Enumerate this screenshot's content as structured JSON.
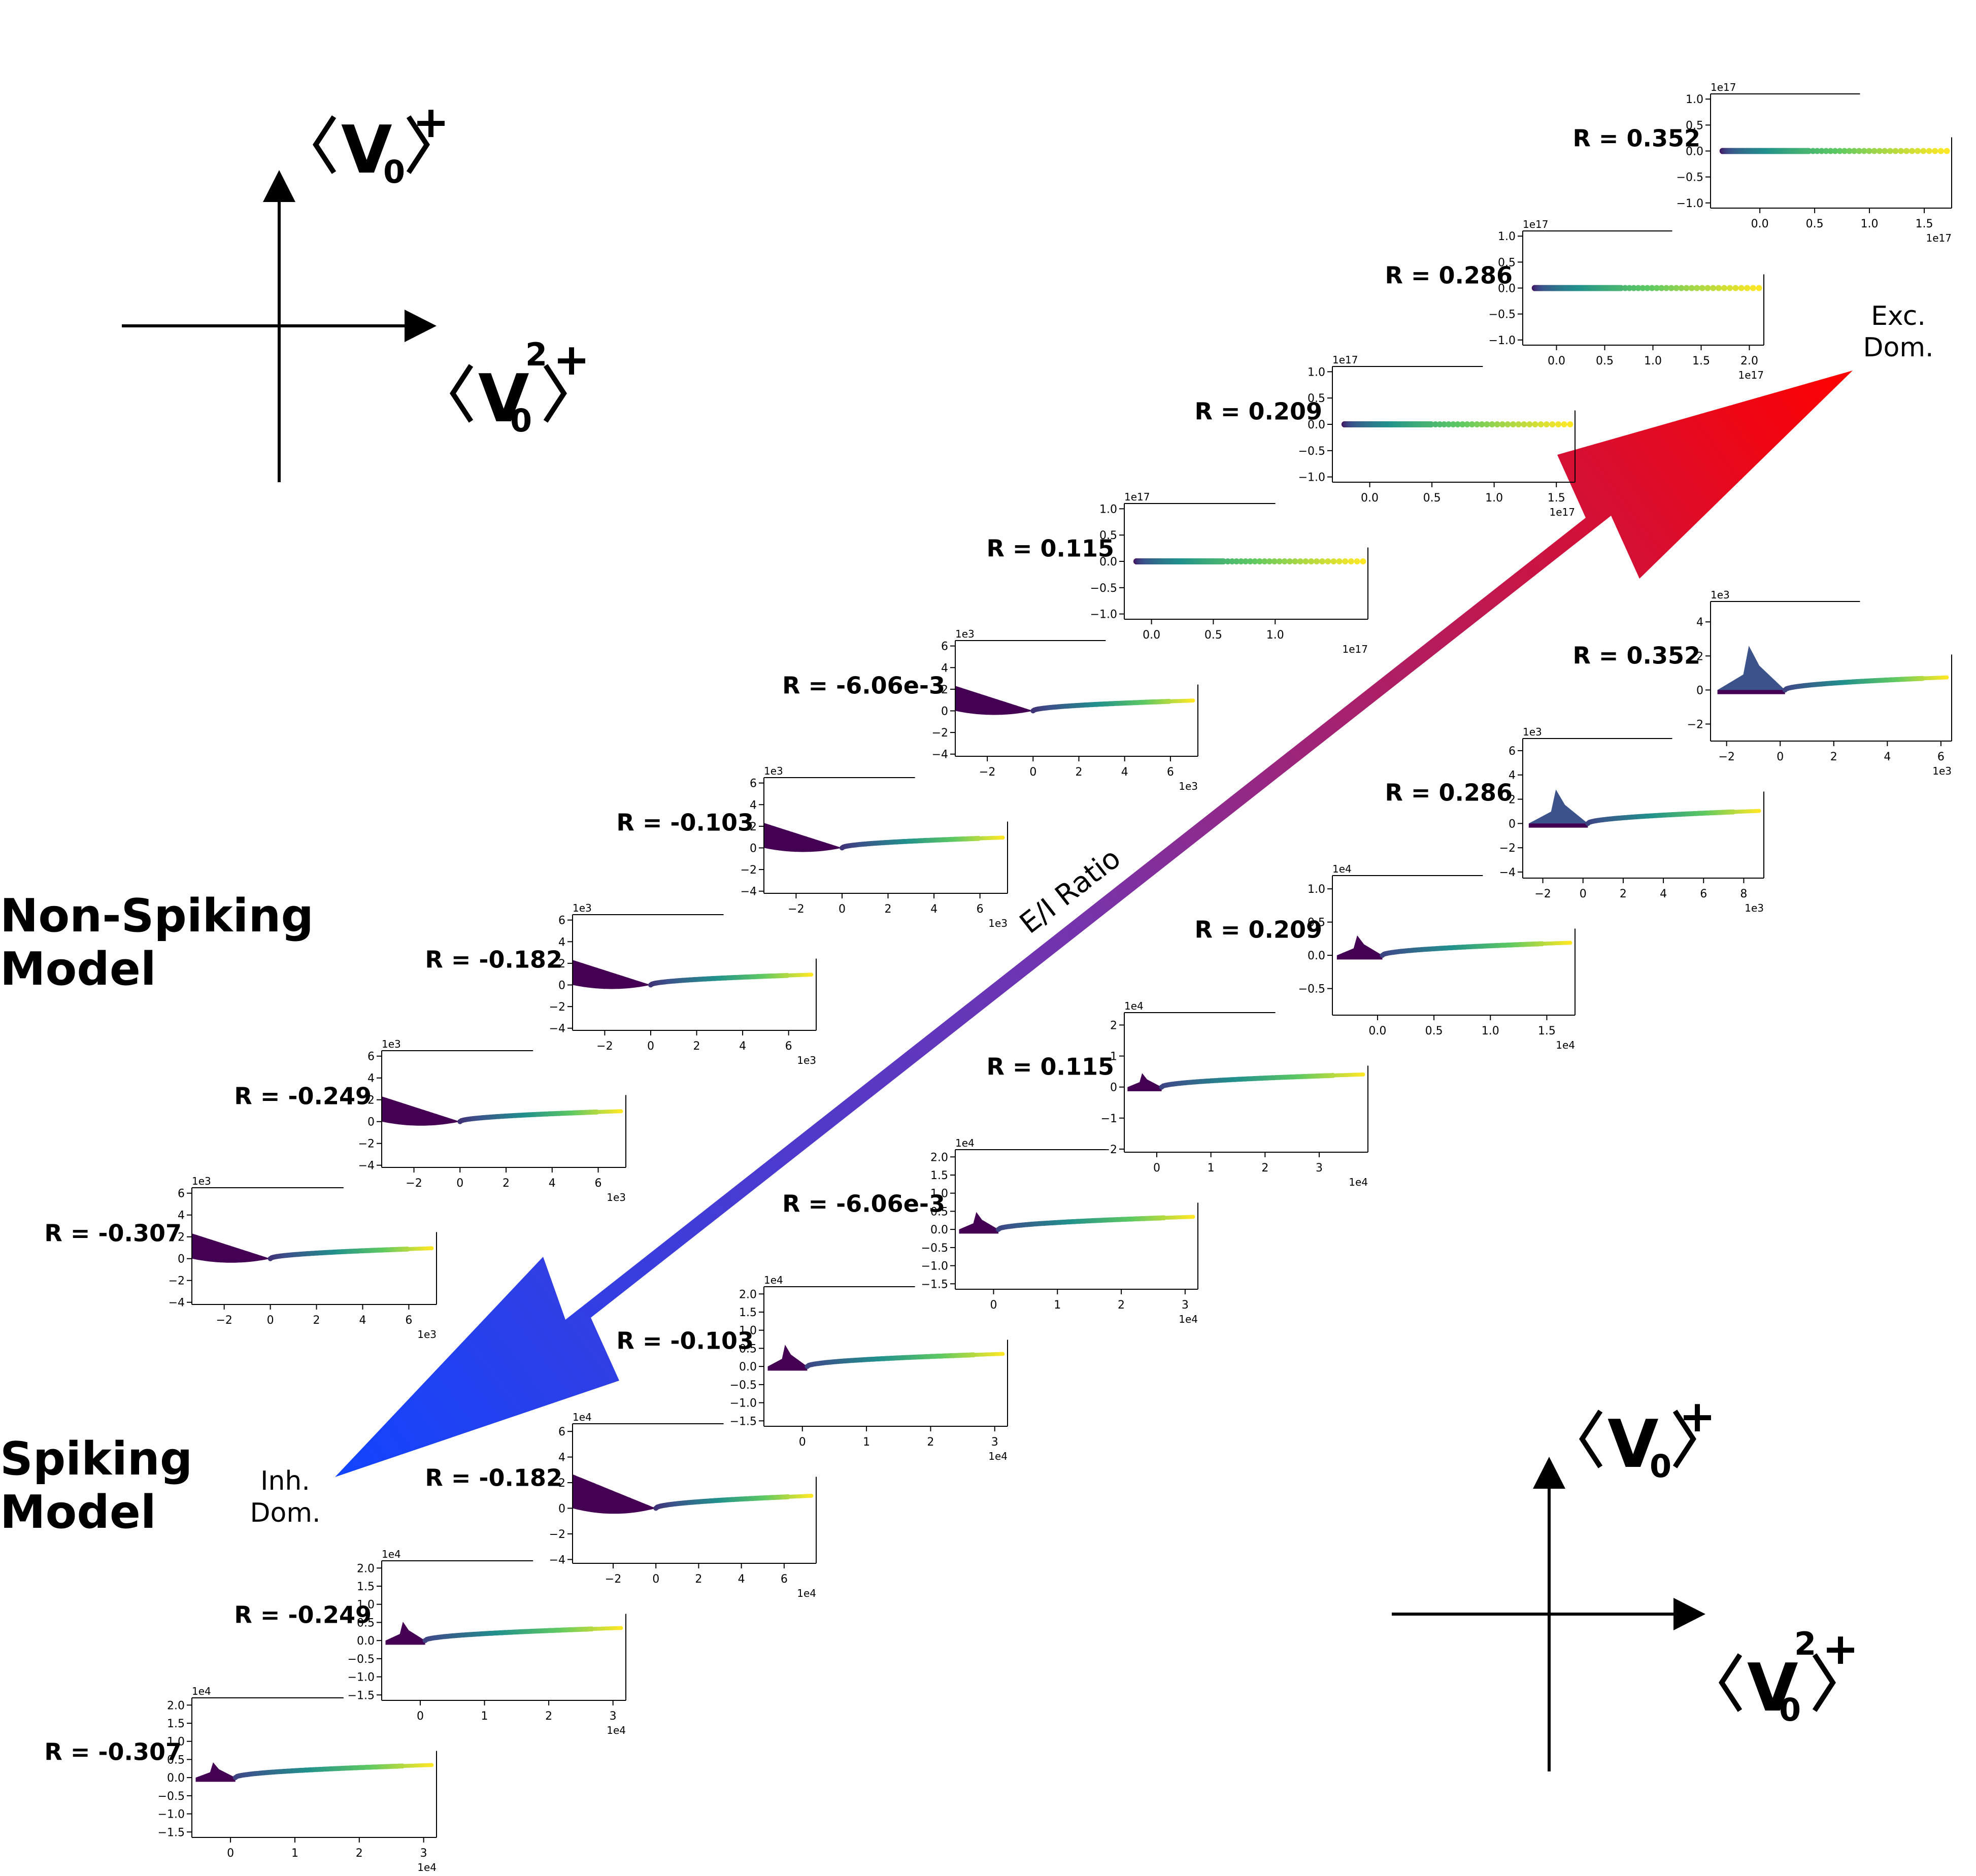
{
  "labels": {
    "nonspiking_line1": "Non-Spiking",
    "nonspiking_line2": "Model",
    "spiking_line1": "Spiking",
    "spiking_line2": "Model",
    "arrow_label": "E/I Ratio",
    "exc_line1": "Exc.",
    "exc_line2": "Dom.",
    "inh_line1": "Inh.",
    "inh_line2": "Dom."
  },
  "axis_labels": {
    "y_main": "V",
    "y_sub": "0",
    "y_sup": "+",
    "x_main": "V",
    "x_sub": "0",
    "x_sup2": "2",
    "x_sup": "+"
  },
  "colors": {
    "arrow_inh": "#1144ff",
    "arrow_mid": "#7733aa",
    "arrow_exc": "#ff0000",
    "viridis": [
      "#440154",
      "#3b528b",
      "#21918c",
      "#5ec962",
      "#fde725"
    ]
  },
  "chart_data": [
    {
      "id": "ns1",
      "model": "Non-Spiking",
      "type": "scatter",
      "shape": "v",
      "r_label": "R = -0.307",
      "xticks": [
        "−2",
        "0",
        "2",
        "4",
        "6"
      ],
      "xtick_vals": [
        -2,
        0,
        2,
        4,
        6
      ],
      "xlim": [
        -3.4,
        7.2
      ],
      "x_exp": "1e3",
      "yticks": [
        "−4",
        "−2",
        "0",
        "2",
        "4",
        "6"
      ],
      "ytick_vals": [
        -4,
        -2,
        0,
        2,
        4,
        6
      ],
      "ylim": [
        -4.2,
        6.5
      ],
      "y_exp": "1e3"
    },
    {
      "id": "ns2",
      "model": "Non-Spiking",
      "type": "scatter",
      "shape": "v",
      "r_label": "R = -0.249",
      "xticks": [
        "−2",
        "0",
        "2",
        "4",
        "6"
      ],
      "xtick_vals": [
        -2,
        0,
        2,
        4,
        6
      ],
      "xlim": [
        -3.4,
        7.2
      ],
      "x_exp": "1e3",
      "yticks": [
        "−4",
        "−2",
        "0",
        "2",
        "4",
        "6"
      ],
      "ytick_vals": [
        -4,
        -2,
        0,
        2,
        4,
        6
      ],
      "ylim": [
        -4.2,
        6.5
      ],
      "y_exp": "1e3"
    },
    {
      "id": "ns3",
      "model": "Non-Spiking",
      "type": "scatter",
      "shape": "v",
      "r_label": "R = -0.182",
      "xticks": [
        "−2",
        "0",
        "2",
        "4",
        "6"
      ],
      "xtick_vals": [
        -2,
        0,
        2,
        4,
        6
      ],
      "xlim": [
        -3.4,
        7.2
      ],
      "x_exp": "1e3",
      "yticks": [
        "−4",
        "−2",
        "0",
        "2",
        "4",
        "6"
      ],
      "ytick_vals": [
        -4,
        -2,
        0,
        2,
        4,
        6
      ],
      "ylim": [
        -4.2,
        6.5
      ],
      "y_exp": "1e3"
    },
    {
      "id": "ns4",
      "model": "Non-Spiking",
      "type": "scatter",
      "shape": "v",
      "r_label": "R = -0.103",
      "xticks": [
        "−2",
        "0",
        "2",
        "4",
        "6"
      ],
      "xtick_vals": [
        -2,
        0,
        2,
        4,
        6
      ],
      "xlim": [
        -3.4,
        7.2
      ],
      "x_exp": "1e3",
      "yticks": [
        "−4",
        "−2",
        "0",
        "2",
        "4",
        "6"
      ],
      "ytick_vals": [
        -4,
        -2,
        0,
        2,
        4,
        6
      ],
      "ylim": [
        -4.2,
        6.5
      ],
      "y_exp": "1e3"
    },
    {
      "id": "ns5",
      "model": "Non-Spiking",
      "type": "scatter",
      "shape": "v",
      "r_label": "R = -6.06e-3",
      "xticks": [
        "−2",
        "0",
        "2",
        "4",
        "6"
      ],
      "xtick_vals": [
        -2,
        0,
        2,
        4,
        6
      ],
      "xlim": [
        -3.4,
        7.2
      ],
      "x_exp": "1e3",
      "yticks": [
        "−4",
        "−2",
        "0",
        "2",
        "4",
        "6"
      ],
      "ytick_vals": [
        -4,
        -2,
        0,
        2,
        4,
        6
      ],
      "ylim": [
        -4.2,
        6.5
      ],
      "y_exp": "1e3"
    },
    {
      "id": "ns6",
      "model": "Non-Spiking",
      "type": "scatter",
      "shape": "flat",
      "r_label": "R = 0.115",
      "xticks": [
        "0.0",
        "0.5",
        "1.0"
      ],
      "xtick_vals": [
        0,
        0.5,
        1.0
      ],
      "xlim": [
        -0.22,
        1.75
      ],
      "x_exp": "1e17",
      "yticks": [
        "−1.0",
        "−0.5",
        "0.0",
        "0.5",
        "1.0"
      ],
      "ytick_vals": [
        -1,
        -0.5,
        0,
        0.5,
        1
      ],
      "ylim": [
        -1.1,
        1.1
      ],
      "y_exp": "1e17"
    },
    {
      "id": "ns7",
      "model": "Non-Spiking",
      "type": "scatter",
      "shape": "flat",
      "r_label": "R = 0.209",
      "xticks": [
        "0.0",
        "0.5",
        "1.0",
        "1.5"
      ],
      "xtick_vals": [
        0,
        0.5,
        1.0,
        1.5
      ],
      "xlim": [
        -0.3,
        1.65
      ],
      "x_exp": "1e17",
      "yticks": [
        "−1.0",
        "−0.5",
        "0.0",
        "0.5",
        "1.0"
      ],
      "ytick_vals": [
        -1,
        -0.5,
        0,
        0.5,
        1
      ],
      "ylim": [
        -1.1,
        1.1
      ],
      "y_exp": "1e17"
    },
    {
      "id": "ns8",
      "model": "Non-Spiking",
      "type": "scatter",
      "shape": "flat",
      "r_label": "R = 0.286",
      "xticks": [
        "0.0",
        "0.5",
        "1.0",
        "1.5",
        "2.0"
      ],
      "xtick_vals": [
        0,
        0.5,
        1.0,
        1.5,
        2.0
      ],
      "xlim": [
        -0.35,
        2.15
      ],
      "x_exp": "1e17",
      "yticks": [
        "−1.0",
        "−0.5",
        "0.0",
        "0.5",
        "1.0"
      ],
      "ytick_vals": [
        -1,
        -0.5,
        0,
        0.5,
        1
      ],
      "ylim": [
        -1.1,
        1.1
      ],
      "y_exp": "1e17"
    },
    {
      "id": "ns9",
      "model": "Non-Spiking",
      "type": "scatter",
      "shape": "flat",
      "r_label": "R = 0.352",
      "xticks": [
        "0.0",
        "0.5",
        "1.0",
        "1.5"
      ],
      "xtick_vals": [
        0,
        0.5,
        1.0,
        1.5
      ],
      "xlim": [
        -0.45,
        1.75
      ],
      "x_exp": "1e17",
      "yticks": [
        "−1.0",
        "−0.5",
        "0.0",
        "0.5",
        "1.0"
      ],
      "ytick_vals": [
        -1,
        -0.5,
        0,
        0.5,
        1
      ],
      "ylim": [
        -1.1,
        1.1
      ],
      "y_exp": "1e17"
    },
    {
      "id": "sp1",
      "model": "Spiking",
      "type": "scatter",
      "shape": "spike",
      "spike_h": 0.42,
      "r_label": "R = -0.307",
      "xticks": [
        "0",
        "1",
        "2",
        "3"
      ],
      "xtick_vals": [
        0,
        1,
        2,
        3
      ],
      "xlim": [
        -0.6,
        3.2
      ],
      "x_exp": "1e4",
      "yticks": [
        "−1.5",
        "−1.0",
        "−0.5",
        "0.0",
        "0.5",
        "1.0",
        "1.5",
        "2.0"
      ],
      "ytick_vals": [
        -1.5,
        -1,
        -0.5,
        0,
        0.5,
        1,
        1.5,
        2
      ],
      "ylim": [
        -1.65,
        2.2
      ],
      "y_exp": "1e4"
    },
    {
      "id": "sp2",
      "model": "Spiking",
      "type": "scatter",
      "shape": "spike",
      "spike_h": 0.52,
      "r_label": "R = -0.249",
      "xticks": [
        "0",
        "1",
        "2",
        "3"
      ],
      "xtick_vals": [
        0,
        1,
        2,
        3
      ],
      "xlim": [
        -0.6,
        3.2
      ],
      "x_exp": "1e4",
      "yticks": [
        "−1.5",
        "−1.0",
        "−0.5",
        "0.0",
        "0.5",
        "1.0",
        "1.5",
        "2.0"
      ],
      "ytick_vals": [
        -1.5,
        -1,
        -0.5,
        0,
        0.5,
        1,
        1.5,
        2
      ],
      "ylim": [
        -1.65,
        2.2
      ],
      "y_exp": "1e4"
    },
    {
      "id": "sp3",
      "model": "Spiking",
      "type": "scatter",
      "shape": "v",
      "r_label": "R = -0.182",
      "xticks": [
        "−2",
        "0",
        "2",
        "4",
        "6"
      ],
      "xtick_vals": [
        -2,
        0,
        2,
        4,
        6
      ],
      "xlim": [
        -3.9,
        7.5
      ],
      "x_exp": "1e4",
      "yticks": [
        "−4",
        "−2",
        "0",
        "2",
        "4",
        "6"
      ],
      "ytick_vals": [
        -4,
        -2,
        0,
        2,
        4,
        6
      ],
      "ylim": [
        -4.3,
        6.6
      ],
      "y_exp": "1e4"
    },
    {
      "id": "sp4",
      "model": "Spiking",
      "type": "scatter",
      "shape": "spike",
      "spike_h": 0.6,
      "r_label": "R = -0.103",
      "xticks": [
        "0",
        "1",
        "2",
        "3"
      ],
      "xtick_vals": [
        0,
        1,
        2,
        3
      ],
      "xlim": [
        -0.6,
        3.2
      ],
      "x_exp": "1e4",
      "yticks": [
        "−1.5",
        "−1.0",
        "−0.5",
        "0.0",
        "0.5",
        "1.0",
        "1.5",
        "2.0"
      ],
      "ytick_vals": [
        -1.5,
        -1,
        -0.5,
        0,
        0.5,
        1,
        1.5,
        2
      ],
      "ylim": [
        -1.65,
        2.2
      ],
      "y_exp": "1e4"
    },
    {
      "id": "sp5",
      "model": "Spiking",
      "type": "scatter",
      "shape": "spike",
      "spike_h": 0.48,
      "r_label": "R = -6.06e-3",
      "xticks": [
        "0",
        "1",
        "2",
        "3"
      ],
      "xtick_vals": [
        0,
        1,
        2,
        3
      ],
      "xlim": [
        -0.6,
        3.2
      ],
      "x_exp": "1e4",
      "yticks": [
        "−1.5",
        "−1.0",
        "−0.5",
        "0.0",
        "0.5",
        "1.0",
        "1.5",
        "2.0"
      ],
      "ytick_vals": [
        -1.5,
        -1,
        -0.5,
        0,
        0.5,
        1,
        1.5,
        2
      ],
      "ylim": [
        -1.65,
        2.2
      ],
      "y_exp": "1e4"
    },
    {
      "id": "sp6",
      "model": "Spiking",
      "type": "scatter",
      "shape": "spike",
      "spike_h": 0.45,
      "r_label": "R = 0.115",
      "xticks": [
        "0",
        "1",
        "2",
        "3"
      ],
      "xtick_vals": [
        0,
        1,
        2,
        3
      ],
      "xlim": [
        -0.6,
        3.9
      ],
      "x_exp": "1e4",
      "yticks": [
        "−2",
        "−1",
        "0",
        "1",
        "2"
      ],
      "ytick_vals": [
        -2,
        -1,
        0,
        1,
        2
      ],
      "ylim": [
        -2.1,
        2.4
      ],
      "y_exp": "1e4"
    },
    {
      "id": "sp7",
      "model": "Spiking",
      "type": "scatter",
      "shape": "spike",
      "spike_h": 0.3,
      "r_label": "R = 0.209",
      "xticks": [
        "0.0",
        "0.5",
        "1.0",
        "1.5"
      ],
      "xtick_vals": [
        0,
        0.5,
        1.0,
        1.5
      ],
      "xlim": [
        -0.4,
        1.75
      ],
      "x_exp": "1e4",
      "yticks": [
        "−0.5",
        "0.0",
        "0.5",
        "1.0"
      ],
      "ytick_vals": [
        -0.5,
        0,
        0.5,
        1.0
      ],
      "ylim": [
        -0.9,
        1.2
      ],
      "y_exp": "1e4"
    },
    {
      "id": "sp8",
      "model": "Spiking",
      "type": "scatter",
      "shape": "spike",
      "spike_h": 2.8,
      "r_label": "R = 0.286",
      "xticks": [
        "−2",
        "0",
        "2",
        "4",
        "6",
        "8"
      ],
      "xtick_vals": [
        -2,
        0,
        2,
        4,
        6,
        8
      ],
      "xlim": [
        -3.0,
        9.0
      ],
      "x_exp": "1e3",
      "yticks": [
        "−4",
        "−2",
        "0",
        "2",
        "4",
        "6"
      ],
      "ytick_vals": [
        -4,
        -2,
        0,
        2,
        4,
        6
      ],
      "ylim": [
        -4.5,
        7.0
      ],
      "y_exp": "1e3"
    },
    {
      "id": "sp9",
      "model": "Spiking",
      "type": "scatter",
      "shape": "spike",
      "spike_h": 2.6,
      "r_label": "R = 0.352",
      "xticks": [
        "−2",
        "0",
        "2",
        "4",
        "6"
      ],
      "xtick_vals": [
        -2,
        0,
        2,
        4,
        6
      ],
      "xlim": [
        -2.6,
        6.4
      ],
      "x_exp": "1e3",
      "yticks": [
        "−2",
        "0",
        "2",
        "4"
      ],
      "ytick_vals": [
        -2,
        0,
        2,
        4
      ],
      "ylim": [
        -3.0,
        5.2
      ],
      "y_exp": "1e3"
    }
  ]
}
